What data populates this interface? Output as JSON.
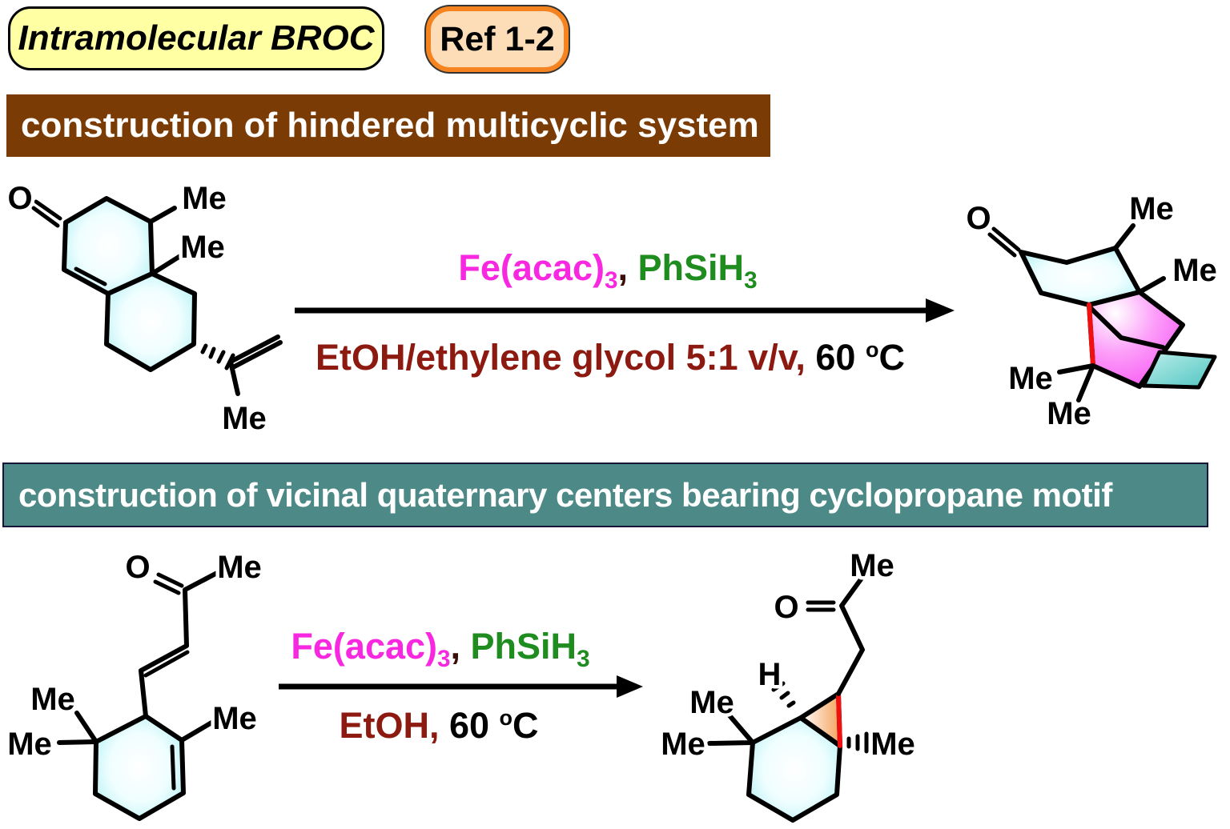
{
  "badges": {
    "title": {
      "label": "Intramolecular BROC"
    },
    "ref": {
      "label": "Ref 1-2"
    }
  },
  "banners": {
    "first": "construction of hindered multicyclic system",
    "second": "construction of vicinal quaternary centers bearing cyclopropane motif"
  },
  "reactions": {
    "first": {
      "reagents": {
        "catalyst": "Fe(acac)",
        "catalyst_sub": "3",
        "separator": ", ",
        "silane": "PhSiH",
        "silane_sub": "3"
      },
      "conditions": {
        "solvent": "EtOH/ethylene glycol 5:1 v/v,",
        "temp": " 60 ",
        "deg_sup": "o",
        "unit": "C"
      }
    },
    "second": {
      "reagents": {
        "catalyst": "Fe(acac)",
        "catalyst_sub": "3",
        "separator": ", ",
        "silane": "PhSiH",
        "silane_sub": "3"
      },
      "conditions": {
        "solvent": "EtOH,",
        "temp": " 60 ",
        "deg_sup": "o",
        "unit": "C"
      }
    }
  },
  "atom_labels": {
    "oxygen": "O",
    "methyl": "Me",
    "hydrogen": "H"
  },
  "colors": {
    "badge-yellow-bg": "#FFFFA3",
    "badge-orange-bg": "#FCDDB8",
    "badge-orange-border": "#F5831F",
    "banner-brown": "#7B3B05",
    "banner-teal": "#4D8A87",
    "reagent-magenta": "#F728E0",
    "reagent-green": "#1F8C1F",
    "solvent-darkred": "#8C1A10",
    "highlight-red": "#F01010",
    "ring-cyan": "#A9EEF2",
    "ring-magenta": "#F75BF3",
    "ring-teal": "#66CCC9",
    "ring-orange": "#F5A45F",
    "bond-black": "#000000"
  }
}
